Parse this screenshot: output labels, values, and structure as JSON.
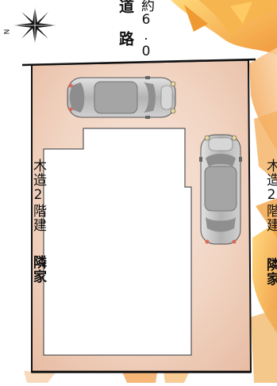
{
  "road": {
    "label": "道 路",
    "width": "約6.0"
  },
  "compass": {
    "north_letter": "N",
    "icon": "compass-star-icon"
  },
  "neighbors": {
    "left": {
      "house": "隣家",
      "structure": "木造2階建"
    },
    "right": {
      "house": "隣家",
      "structure": "木造2階建"
    }
  },
  "colors": {
    "site_fill": "#efcdb8",
    "building_fill": "#ffffff",
    "boundary_line": "#111111",
    "foliage": "#f3a53a",
    "car_body": "#b9b9b9"
  }
}
